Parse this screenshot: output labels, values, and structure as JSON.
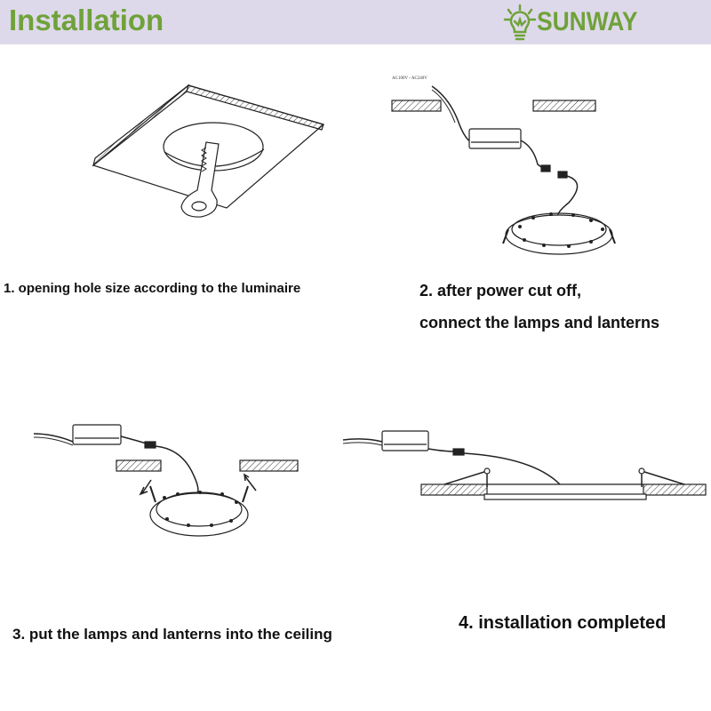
{
  "header": {
    "title": "Installation",
    "brand": "SUNWAY",
    "colors": {
      "band": "#ded9ea",
      "accent": "#6fa23a"
    },
    "logo_icon": "sun-bulb-icon"
  },
  "steps": [
    {
      "caption": "1. opening hole size according to the luminaire"
    },
    {
      "caption_line1": "2. after power cut off,",
      "caption_line2": "connect the lamps and lanterns",
      "voltage_label": "AC100V - AC240V"
    },
    {
      "caption": "3. put the lamps and lanterns into the ceiling"
    },
    {
      "caption": "4. installation completed"
    }
  ]
}
